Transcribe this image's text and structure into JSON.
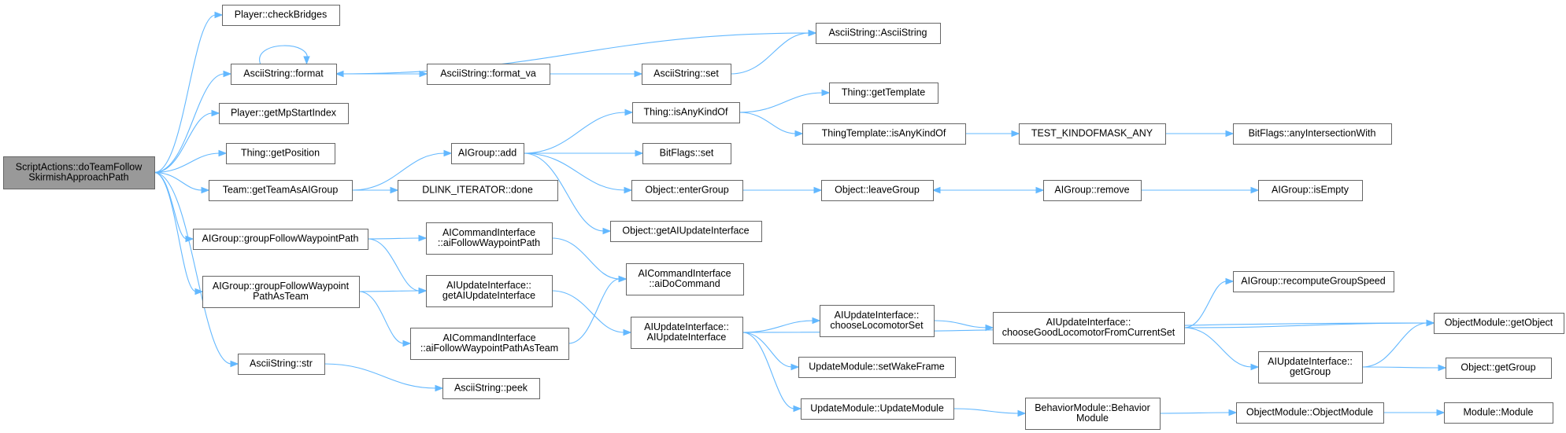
{
  "graph": {
    "title": "",
    "colors": {
      "edge": "#63b8ff",
      "node_border": "#666666",
      "node_fill": "#ffffff",
      "root_fill": "#999999"
    },
    "nodes": [
      {
        "id": "root",
        "lines": [
          "ScriptActions::doTeamFollow",
          "SkirmishApproachPath"
        ],
        "root": true
      },
      {
        "id": "checkBridges",
        "lines": [
          "Player::checkBridges"
        ]
      },
      {
        "id": "format",
        "lines": [
          "AsciiString::format"
        ]
      },
      {
        "id": "getMpStartIndex",
        "lines": [
          "Player::getMpStartIndex"
        ]
      },
      {
        "id": "getPosition",
        "lines": [
          "Thing::getPosition"
        ]
      },
      {
        "id": "getTeamAsAIGroup",
        "lines": [
          "Team::getTeamAsAIGroup"
        ]
      },
      {
        "id": "groupFollowWaypointPath",
        "lines": [
          "AIGroup::groupFollowWaypointPath"
        ]
      },
      {
        "id": "groupFollowWaypointPathAsTeam",
        "lines": [
          "AIGroup::groupFollowWaypoint",
          "PathAsTeam"
        ]
      },
      {
        "id": "str",
        "lines": [
          "AsciiString::str"
        ]
      },
      {
        "id": "asciiCtor",
        "lines": [
          "AsciiString::AsciiString"
        ]
      },
      {
        "id": "format_va",
        "lines": [
          "AsciiString::format_va"
        ]
      },
      {
        "id": "set",
        "lines": [
          "AsciiString::set"
        ]
      },
      {
        "id": "aigAdd",
        "lines": [
          "AIGroup::add"
        ]
      },
      {
        "id": "dlinkDone",
        "lines": [
          "DLINK_ITERATOR::done"
        ]
      },
      {
        "id": "aiFollowWaypointPath",
        "lines": [
          "AICommandInterface",
          "::aiFollowWaypointPath"
        ]
      },
      {
        "id": "getAIUpdateInterface",
        "lines": [
          "AIUpdateInterface::",
          "getAIUpdateInterface"
        ]
      },
      {
        "id": "aiFollowWaypointPathAsTeam",
        "lines": [
          "AICommandInterface",
          "::aiFollowWaypointPathAsTeam"
        ]
      },
      {
        "id": "peek",
        "lines": [
          "AsciiString::peek"
        ]
      },
      {
        "id": "isAnyKindOf",
        "lines": [
          "Thing::isAnyKindOf"
        ]
      },
      {
        "id": "bitSet",
        "lines": [
          "BitFlags::set"
        ]
      },
      {
        "id": "enterGroup",
        "lines": [
          "Object::enterGroup"
        ]
      },
      {
        "id": "objGetAIUpdateInterface",
        "lines": [
          "Object::getAIUpdateInterface"
        ]
      },
      {
        "id": "aiDoCommand",
        "lines": [
          "AICommandInterface",
          "::aiDoCommand"
        ]
      },
      {
        "id": "aiuiCtor",
        "lines": [
          "AIUpdateInterface::",
          "AIUpdateInterface"
        ]
      },
      {
        "id": "getTemplate",
        "lines": [
          "Thing::getTemplate"
        ]
      },
      {
        "id": "ttIsAnyKindOf",
        "lines": [
          "ThingTemplate::isAnyKindOf"
        ]
      },
      {
        "id": "leaveGroup",
        "lines": [
          "Object::leaveGroup"
        ]
      },
      {
        "id": "chooseLocomotorSet",
        "lines": [
          "AIUpdateInterface::",
          "chooseLocomotorSet"
        ]
      },
      {
        "id": "setWakeFrame",
        "lines": [
          "UpdateModule::setWakeFrame"
        ]
      },
      {
        "id": "updateModuleCtor",
        "lines": [
          "UpdateModule::UpdateModule"
        ]
      },
      {
        "id": "testKindofmaskAny",
        "lines": [
          "TEST_KINDOFMASK_ANY"
        ]
      },
      {
        "id": "aigRemove",
        "lines": [
          "AIGroup::remove"
        ]
      },
      {
        "id": "chooseGoodLocomotor",
        "lines": [
          "AIUpdateInterface::",
          "chooseGoodLocomotorFromCurrentSet"
        ]
      },
      {
        "id": "behaviorModuleCtor",
        "lines": [
          "BehaviorModule::Behavior",
          "Module"
        ]
      },
      {
        "id": "anyIntersectionWith",
        "lines": [
          "BitFlags::anyIntersectionWith"
        ]
      },
      {
        "id": "aigIsEmpty",
        "lines": [
          "AIGroup::isEmpty"
        ]
      },
      {
        "id": "recomputeGroupSpeed",
        "lines": [
          "AIGroup::recomputeGroupSpeed"
        ]
      },
      {
        "id": "aiuiGetGroup",
        "lines": [
          "AIUpdateInterface::",
          "getGroup"
        ]
      },
      {
        "id": "objectModuleCtor",
        "lines": [
          "ObjectModule::ObjectModule"
        ]
      },
      {
        "id": "getObject",
        "lines": [
          "ObjectModule::getObject"
        ]
      },
      {
        "id": "objGetGroup",
        "lines": [
          "Object::getGroup"
        ]
      },
      {
        "id": "moduleCtor",
        "lines": [
          "Module::Module"
        ]
      }
    ],
    "edges": [
      [
        "root",
        "checkBridges"
      ],
      [
        "root",
        "format"
      ],
      [
        "root",
        "getMpStartIndex"
      ],
      [
        "root",
        "getPosition"
      ],
      [
        "root",
        "getTeamAsAIGroup"
      ],
      [
        "root",
        "groupFollowWaypointPath"
      ],
      [
        "root",
        "groupFollowWaypointPathAsTeam"
      ],
      [
        "root",
        "str"
      ],
      [
        "format",
        "format"
      ],
      [
        "format",
        "asciiCtor"
      ],
      [
        "format",
        "format_va"
      ],
      [
        "format_va",
        "format"
      ],
      [
        "format_va",
        "set"
      ],
      [
        "set",
        "asciiCtor"
      ],
      [
        "getTeamAsAIGroup",
        "aigAdd"
      ],
      [
        "getTeamAsAIGroup",
        "dlinkDone"
      ],
      [
        "groupFollowWaypointPath",
        "aiFollowWaypointPath"
      ],
      [
        "groupFollowWaypointPath",
        "getAIUpdateInterface"
      ],
      [
        "groupFollowWaypointPathAsTeam",
        "getAIUpdateInterface"
      ],
      [
        "groupFollowWaypointPathAsTeam",
        "aiFollowWaypointPathAsTeam"
      ],
      [
        "str",
        "peek"
      ],
      [
        "aigAdd",
        "isAnyKindOf"
      ],
      [
        "aigAdd",
        "bitSet"
      ],
      [
        "aigAdd",
        "enterGroup"
      ],
      [
        "aigAdd",
        "objGetAIUpdateInterface"
      ],
      [
        "aiFollowWaypointPath",
        "aiDoCommand"
      ],
      [
        "aiFollowWaypointPathAsTeam",
        "aiDoCommand"
      ],
      [
        "getAIUpdateInterface",
        "aiuiCtor"
      ],
      [
        "isAnyKindOf",
        "getTemplate"
      ],
      [
        "isAnyKindOf",
        "ttIsAnyKindOf"
      ],
      [
        "ttIsAnyKindOf",
        "testKindofmaskAny"
      ],
      [
        "testKindofmaskAny",
        "anyIntersectionWith"
      ],
      [
        "enterGroup",
        "leaveGroup"
      ],
      [
        "leaveGroup",
        "aigRemove"
      ],
      [
        "aigRemove",
        "leaveGroup"
      ],
      [
        "aigRemove",
        "aigIsEmpty"
      ],
      [
        "aiuiCtor",
        "getObject"
      ],
      [
        "aiuiCtor",
        "chooseLocomotorSet"
      ],
      [
        "aiuiCtor",
        "setWakeFrame"
      ],
      [
        "aiuiCtor",
        "updateModuleCtor"
      ],
      [
        "chooseLocomotorSet",
        "chooseGoodLocomotor"
      ],
      [
        "chooseGoodLocomotor",
        "recomputeGroupSpeed"
      ],
      [
        "chooseGoodLocomotor",
        "getObject"
      ],
      [
        "chooseGoodLocomotor",
        "aiuiGetGroup"
      ],
      [
        "aiuiGetGroup",
        "getObject"
      ],
      [
        "aiuiGetGroup",
        "objGetGroup"
      ],
      [
        "updateModuleCtor",
        "behaviorModuleCtor"
      ],
      [
        "behaviorModuleCtor",
        "objectModuleCtor"
      ],
      [
        "objectModuleCtor",
        "moduleCtor"
      ]
    ]
  }
}
